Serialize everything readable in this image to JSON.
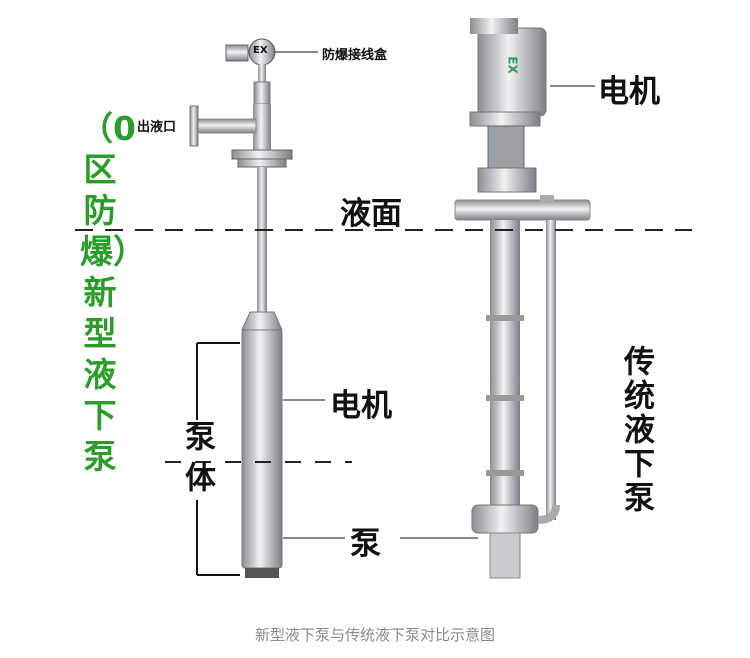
{
  "left_pump": {
    "junction_box": "防爆接线盒",
    "ex": "EX",
    "outlet": "出液口",
    "motor": "电机",
    "pump_body": "泵体",
    "pump": "泵",
    "title": "（0区防爆）新型液下泵"
  },
  "right_pump": {
    "ex": "EX",
    "motor": "电机",
    "title": "传统液下泵"
  },
  "liquid_level": "液面",
  "caption": "新型液下泵与传统液下泵对比示意图",
  "colors": {
    "green": "#2a9d2a",
    "steel": "#b8bcc0"
  }
}
